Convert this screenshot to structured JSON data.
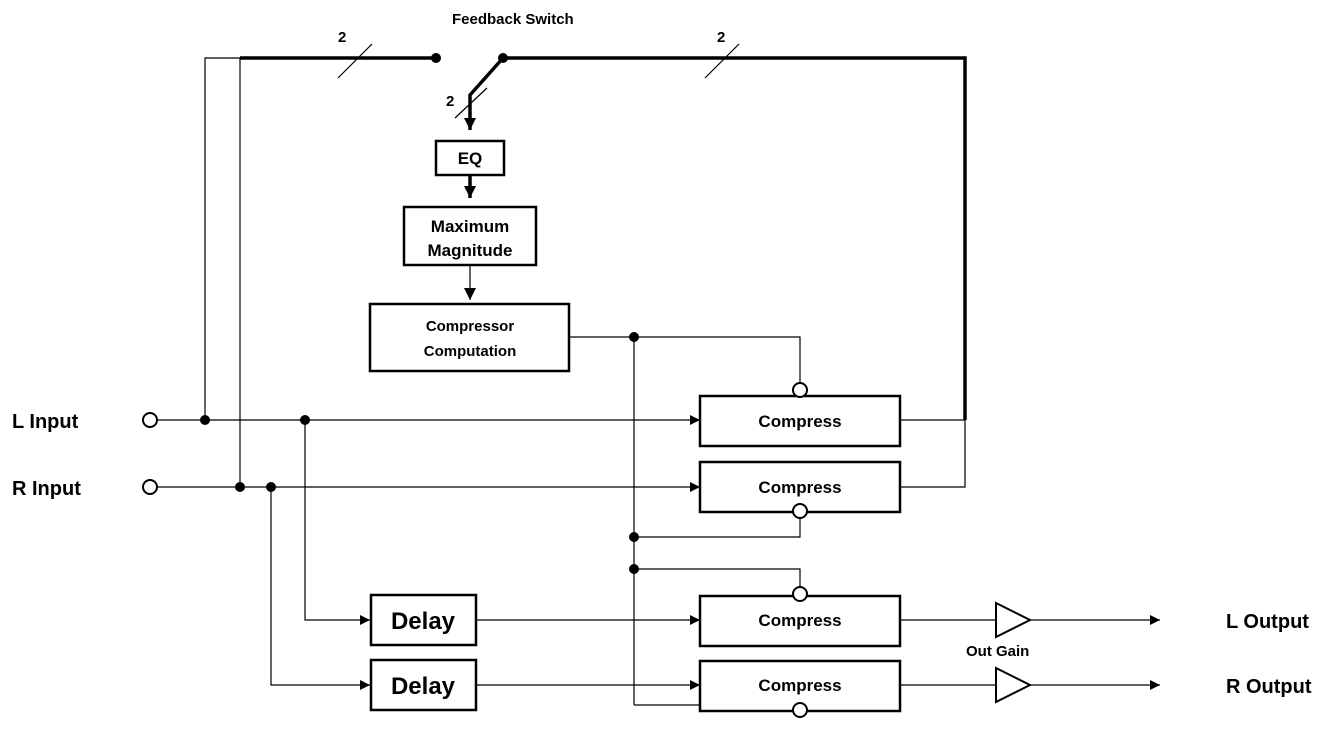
{
  "switch": {
    "label": "Feedback Switch"
  },
  "bus": {
    "width_label": "2"
  },
  "blocks": {
    "eq": "EQ",
    "max_magnitude": [
      "Maximum",
      "Magnitude"
    ],
    "compressor_computation": [
      "Compressor",
      "Computation"
    ],
    "compress": "Compress",
    "delay": "Delay",
    "out_gain": "Out Gain"
  },
  "ports": {
    "l_input": "L Input",
    "r_input": "R Input",
    "l_output": "L Output",
    "r_output": "R Output"
  }
}
